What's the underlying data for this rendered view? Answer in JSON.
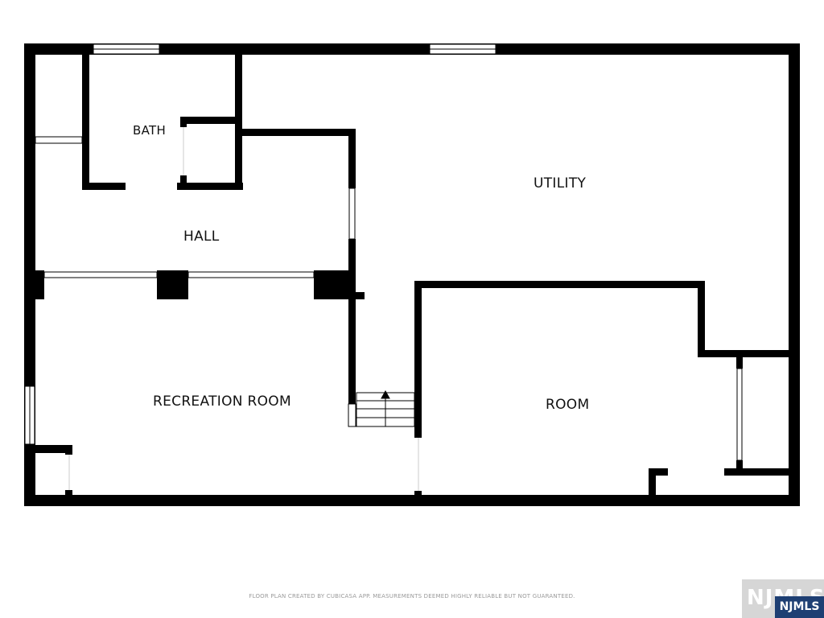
{
  "rooms": {
    "bath": "BATH",
    "hall": "HALL",
    "utility": "UTILITY",
    "recreation_room": "RECREATION ROOM",
    "room": "ROOM"
  },
  "footer": {
    "disclaimer": "FLOOR PLAN CREATED BY CUBICASA APP. MEASUREMENTS DEEMED HIGHLY RELIABLE BUT NOT GUARANTEED."
  },
  "branding": {
    "watermark_text": "NJMLS",
    "badge_text": "NJMLS"
  },
  "colors": {
    "wall": "#000000",
    "background": "#ffffff",
    "badge": "#1e3f73"
  }
}
